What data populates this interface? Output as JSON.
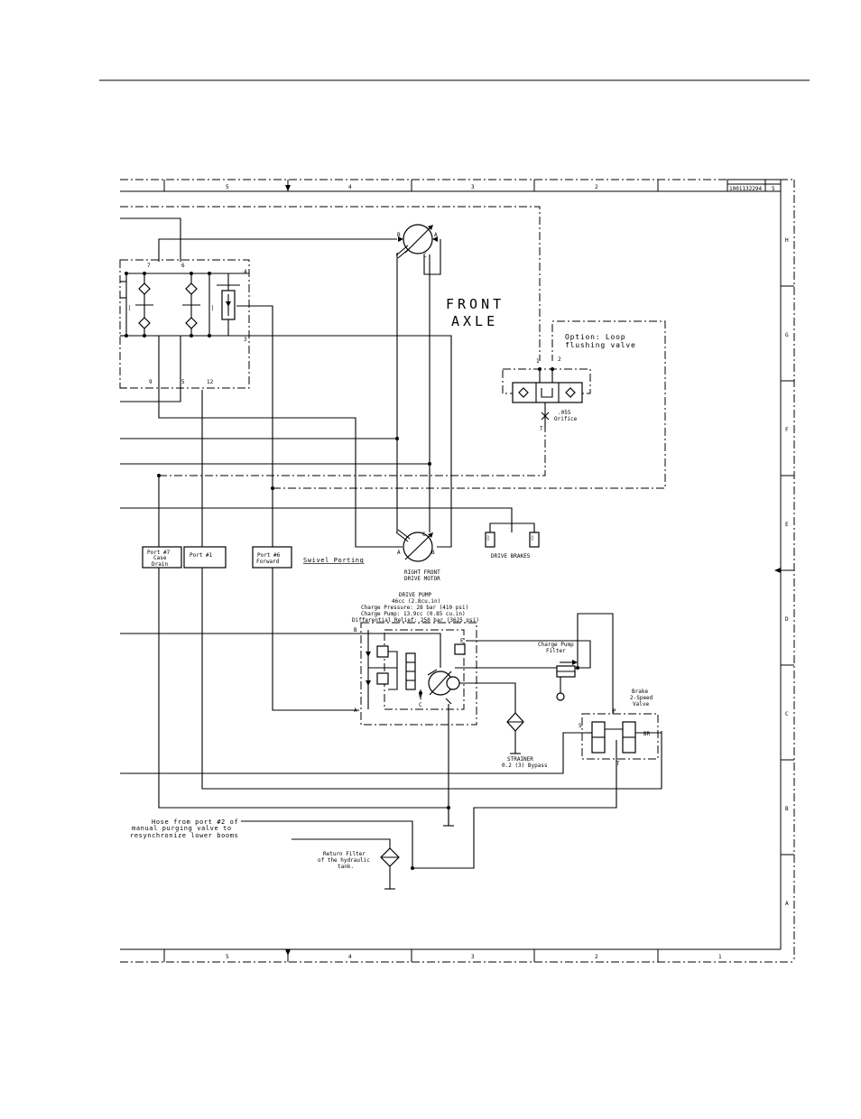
{
  "title_block": {
    "sheet_id": "1001132294",
    "rev": "5"
  },
  "zone_columns": [
    "5",
    "4",
    "3",
    "2",
    "1"
  ],
  "zone_rows": [
    "H",
    "G",
    "F",
    "E",
    "D",
    "C",
    "B",
    "A"
  ],
  "labels": {
    "front_axle_line1": "FRONT",
    "front_axle_line2": "AXLE",
    "loop_flush_line1": "Option: Loop",
    "loop_flush_line2": "flushing valve",
    "orifice_line1": ".055",
    "orifice_line2": "Orifice",
    "drive_brakes": "DRIVE BRAKES",
    "right_front_motor_line1": "RIGHT FRONT",
    "right_front_motor_line2": "DRIVE MOTOR",
    "swivel_porting": "Swivel Porting",
    "drive_pump_title": "DRIVE PUMP",
    "drive_pump_spec1": "46cc (2.8cu.in)",
    "drive_pump_spec2": "Charge Pressure: 28 bar (410 psi)",
    "drive_pump_spec3": "Charge Pump: 13.9cc (0.85 cu.in)",
    "drive_pump_spec4": "Differential Relief: 250 bar (3625 psi)",
    "charge_filter_line1": "Charge Pump",
    "charge_filter_line2": "Filter",
    "brake_line1": "Brake",
    "brake_line2": "2-Speed",
    "brake_line3": "Valve",
    "strainer_line1": "STRAINER",
    "strainer_line2": "0.2 (3) Bypass",
    "hose_line1": "Hose from port #2 of",
    "hose_line2": "manual purging valve to",
    "hose_line3": "resynchronize lower booms",
    "return_filter_line1": "Return Filter",
    "return_filter_line2": "of the hydraulic",
    "return_filter_line3": "tank."
  },
  "port_boxes": [
    {
      "line1": "Port #7",
      "line2": "Case",
      "line3": "Drain"
    },
    {
      "line1": "Port #1",
      "line2": "",
      "line3": ""
    },
    {
      "line1": "Port #6",
      "line2": "Forward",
      "line3": ""
    }
  ],
  "port_marks": {
    "motor_a": "A",
    "motor_b": "B",
    "motor_c": "C",
    "swivel_4": "4",
    "swivel_3": "3",
    "swivel_6": "6",
    "swivel_7": "7",
    "swivel_9": "9",
    "swivel_5": "5",
    "swivel_12": "12",
    "flush_1": "1",
    "flush_2": "2",
    "flush_t": "T",
    "pump_a": "A",
    "pump_b": "B",
    "pump_c": "C",
    "pump_e": "E",
    "brake_s": "S",
    "brake_p": "P",
    "brake_t": "T",
    "brake_br": "BR"
  }
}
